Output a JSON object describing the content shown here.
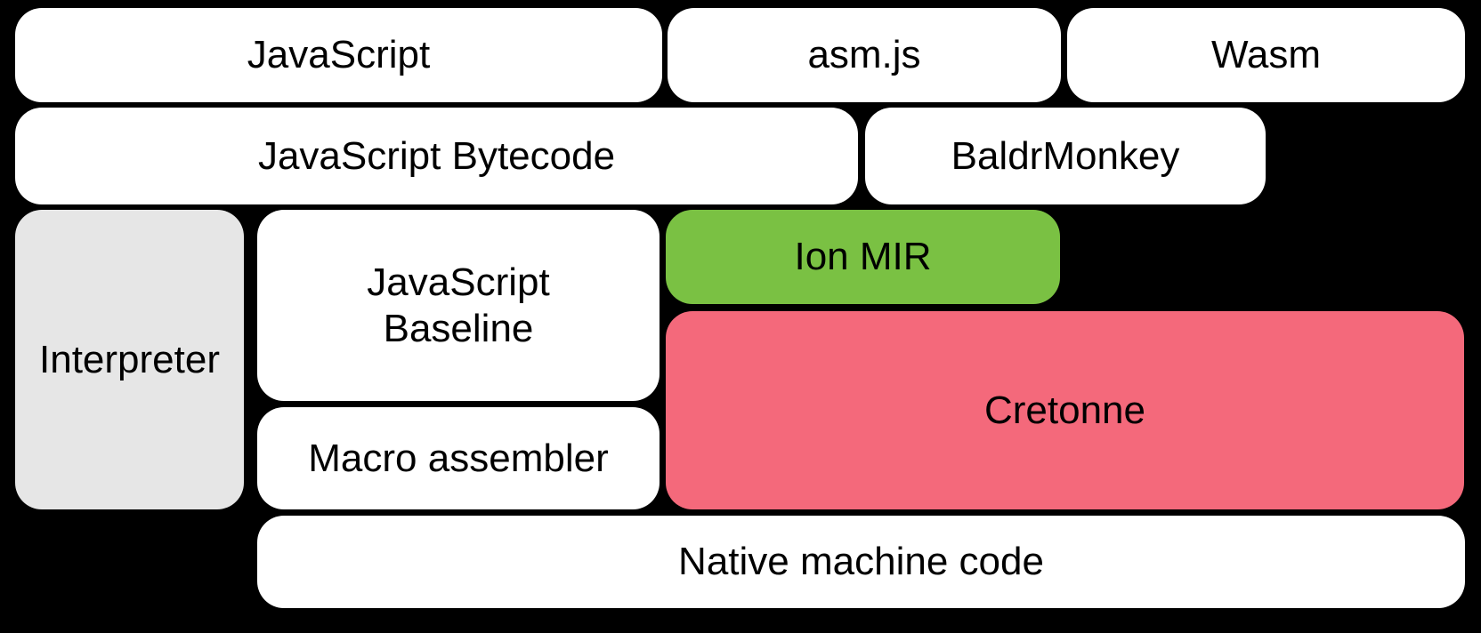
{
  "diagram": {
    "background_color": "#000000",
    "text_color": "#000000",
    "boxes": {
      "javascript": {
        "label": "JavaScript",
        "color": "#ffffff"
      },
      "asmjs": {
        "label": "asm.js",
        "color": "#ffffff"
      },
      "wasm": {
        "label": "Wasm",
        "color": "#ffffff"
      },
      "js_bytecode": {
        "label": "JavaScript Bytecode",
        "color": "#ffffff"
      },
      "baldrmonkey": {
        "label": "BaldrMonkey",
        "color": "#ffffff"
      },
      "interpreter": {
        "label": "Interpreter",
        "color": "#e6e6e6"
      },
      "js_baseline": {
        "label": "JavaScript Baseline",
        "color": "#ffffff"
      },
      "ion_mir": {
        "label": "Ion MIR",
        "color": "#7ac143"
      },
      "cretonne": {
        "label": "Cretonne",
        "color": "#f4697b"
      },
      "macro_assembler": {
        "label": "Macro assembler",
        "color": "#ffffff"
      },
      "native_machine_code": {
        "label": "Native machine code",
        "color": "#ffffff"
      }
    }
  }
}
